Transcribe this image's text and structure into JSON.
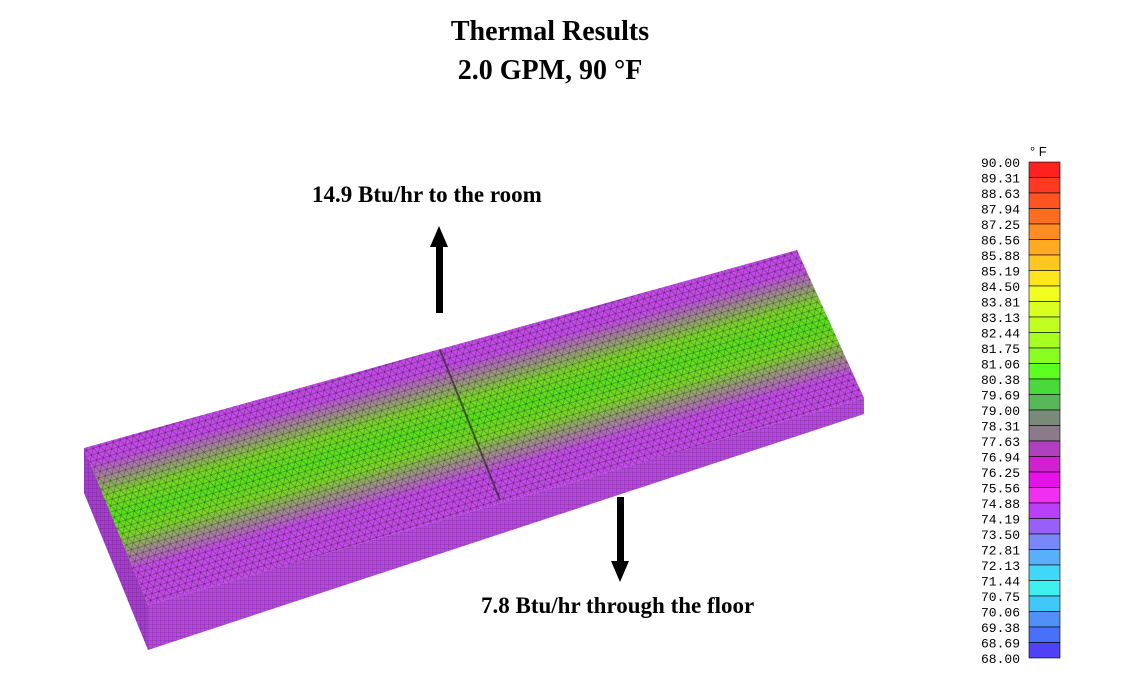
{
  "title": {
    "line1": "Thermal Results",
    "line2": "2.0 GPM,  90 °F"
  },
  "annotations": {
    "to_room": "14.9 Btu/hr to the room",
    "through_floor": "7.8 Btu/hr through the floor"
  },
  "legend": {
    "unit": "° F",
    "values": [
      "90.00",
      "89.31",
      "88.63",
      "87.94",
      "87.25",
      "86.56",
      "85.88",
      "85.19",
      "84.50",
      "83.81",
      "83.13",
      "82.44",
      "81.75",
      "81.06",
      "80.38",
      "79.69",
      "79.00",
      "78.31",
      "77.63",
      "76.94",
      "76.25",
      "75.56",
      "74.88",
      "74.19",
      "73.50",
      "72.81",
      "72.13",
      "71.44",
      "70.75",
      "70.06",
      "69.38",
      "68.69",
      "68.00"
    ],
    "colors": [
      "#ff2020",
      "#ff3a20",
      "#ff5420",
      "#ff6e20",
      "#ff8c20",
      "#ffaa20",
      "#ffc820",
      "#ffe420",
      "#f0ff20",
      "#d8ff20",
      "#c0ff20",
      "#a6ff20",
      "#88ff20",
      "#5cff20",
      "#4ad83a",
      "#58b858",
      "#7a8a7a",
      "#8a7a8a",
      "#b040c0",
      "#d020d0",
      "#e810e8",
      "#f030f0",
      "#b840f8",
      "#9860f8",
      "#7888f8",
      "#5ab0f8",
      "#40d8f8",
      "#40f0f0",
      "#40c8f8",
      "#5090f8",
      "#4870f8",
      "#5040f8",
      "#6010f8"
    ]
  },
  "colors": {
    "slab_top": "#c040e0",
    "slab_green": "#5ce020",
    "slab_side": "#b040d8",
    "arrow": "#000000"
  }
}
